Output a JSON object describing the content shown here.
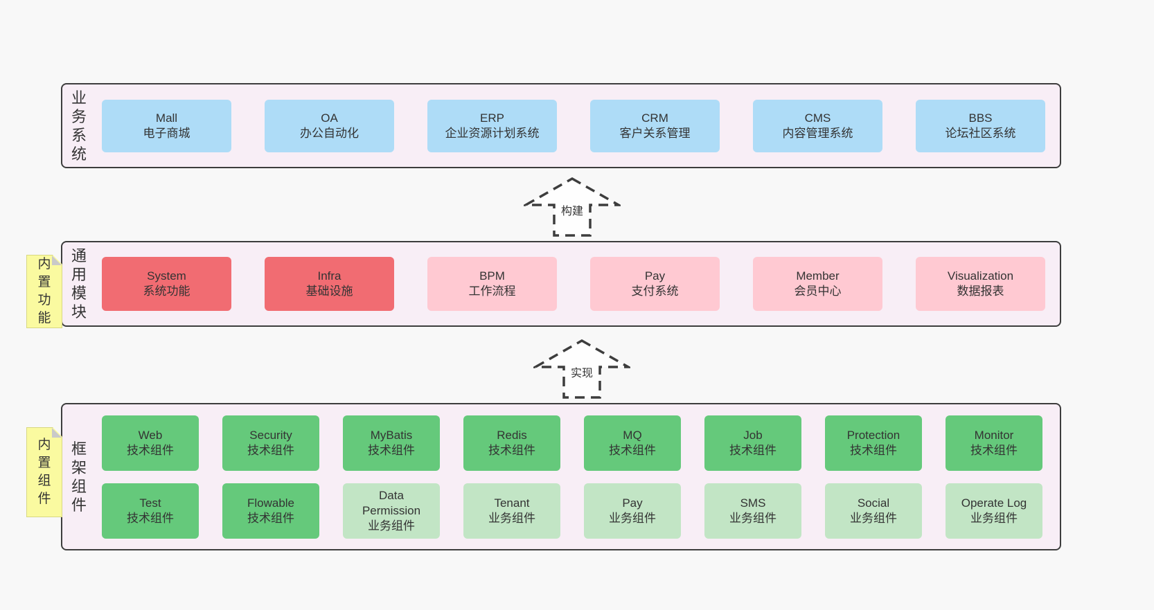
{
  "colors": {
    "blue": "#aedcf7",
    "red": "#f16c72",
    "pink": "#ffc9d2",
    "green": "#65c97b",
    "lightgreen": "#c2e5c5",
    "note_yellow": "#fafaa0",
    "fold_gray": "#c9c9c9",
    "container_fill": "#f8eef6",
    "border": "#3d3d3d",
    "text": "#333333"
  },
  "arrows": [
    {
      "label": "构建"
    },
    {
      "label": "实现"
    }
  ],
  "layers": [
    {
      "label": "业务系统",
      "note": null,
      "rows": [
        [
          {
            "title": "Mall",
            "subtitle": "电子商城",
            "variant": "blue"
          },
          {
            "title": "OA",
            "subtitle": "办公自动化",
            "variant": "blue"
          },
          {
            "title": "ERP",
            "subtitle": "企业资源计划系统",
            "variant": "blue"
          },
          {
            "title": "CRM",
            "subtitle": "客户关系管理",
            "variant": "blue"
          },
          {
            "title": "CMS",
            "subtitle": "内容管理系统",
            "variant": "blue"
          },
          {
            "title": "BBS",
            "subtitle": "论坛社区系统",
            "variant": "blue"
          }
        ]
      ]
    },
    {
      "label": "通用模块",
      "note": "内置功能",
      "rows": [
        [
          {
            "title": "System",
            "subtitle": "系统功能",
            "variant": "red"
          },
          {
            "title": "Infra",
            "subtitle": "基础设施",
            "variant": "red"
          },
          {
            "title": "BPM",
            "subtitle": "工作流程",
            "variant": "pink"
          },
          {
            "title": "Pay",
            "subtitle": "支付系统",
            "variant": "pink"
          },
          {
            "title": "Member",
            "subtitle": "会员中心",
            "variant": "pink"
          },
          {
            "title": "Visualization",
            "subtitle": "数据报表",
            "variant": "pink"
          }
        ]
      ]
    },
    {
      "label": "框架组件",
      "note": "内置组件",
      "rows": [
        [
          {
            "title": "Web",
            "subtitle": "技术组件",
            "variant": "green"
          },
          {
            "title": "Security",
            "subtitle": "技术组件",
            "variant": "green"
          },
          {
            "title": "MyBatis",
            "subtitle": "技术组件",
            "variant": "green"
          },
          {
            "title": "Redis",
            "subtitle": "技术组件",
            "variant": "green"
          },
          {
            "title": "MQ",
            "subtitle": "技术组件",
            "variant": "green"
          },
          {
            "title": "Job",
            "subtitle": "技术组件",
            "variant": "green"
          },
          {
            "title": "Protection",
            "subtitle": "技术组件",
            "variant": "green"
          },
          {
            "title": "Monitor",
            "subtitle": "技术组件",
            "variant": "green"
          }
        ],
        [
          {
            "title": "Test",
            "subtitle": "技术组件",
            "variant": "green"
          },
          {
            "title": "Flowable",
            "subtitle": "技术组件",
            "variant": "green"
          },
          {
            "title": "Data Permission",
            "subtitle": "业务组件",
            "variant": "lightgreen"
          },
          {
            "title": "Tenant",
            "subtitle": "业务组件",
            "variant": "lightgreen"
          },
          {
            "title": "Pay",
            "subtitle": "业务组件",
            "variant": "lightgreen"
          },
          {
            "title": "SMS",
            "subtitle": "业务组件",
            "variant": "lightgreen"
          },
          {
            "title": "Social",
            "subtitle": "业务组件",
            "variant": "lightgreen"
          },
          {
            "title": "Operate Log",
            "subtitle": "业务组件",
            "variant": "lightgreen"
          }
        ]
      ]
    }
  ]
}
